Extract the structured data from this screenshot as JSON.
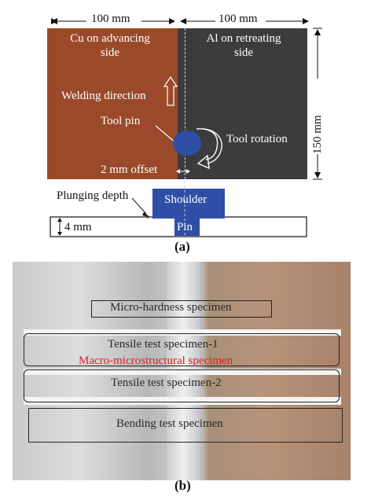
{
  "panel_a": {
    "dim_left_width": "100 mm",
    "dim_right_width": "100 mm",
    "dim_height": "150 mm",
    "cu_label_line1": "Cu on advancing",
    "cu_label_line2": "side",
    "al_label_line1": "Al on retreating",
    "al_label_line2": "side",
    "welding_direction": "Welding direction",
    "tool_pin": "Tool pin",
    "tool_rotation": "Tool rotation",
    "offset": "2 mm offset",
    "plunging_depth": "Plunging depth",
    "shoulder": "Shoulder",
    "pin": "Pin",
    "thickness": "4 mm",
    "caption": "(a)",
    "colors": {
      "cu": "#9a4a2a",
      "al": "#3c3c3e",
      "tool": "#2f4ea6"
    }
  },
  "panel_b": {
    "micro_hardness": "Micro-hardness specimen",
    "tensile1": "Tensile test specimen-1",
    "macro": "Macro-microstructural specimen",
    "tensile2": "Tensile test specimen-2",
    "bending": "Bending test specimen",
    "caption": "(b)",
    "colors": {
      "macro_text": "#e02020"
    }
  }
}
